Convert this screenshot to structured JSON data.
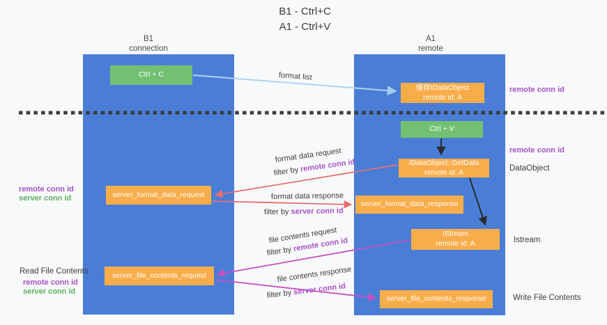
{
  "title": {
    "line1": "B1 - Ctrl+C",
    "line2": "A1 - Ctrl+V"
  },
  "columns": {
    "left": {
      "name": "B1",
      "subtitle": "connection"
    },
    "right": {
      "name": "A1",
      "subtitle": "remote"
    }
  },
  "nodes": {
    "ctrl_c": {
      "label": "Ctrl + C"
    },
    "ctrl_v": {
      "label": "Ctrl + V"
    },
    "save_dataobject": {
      "line1": "保存IDataObject",
      "line2": "remote id: A"
    },
    "getdata": {
      "line1": "IDataObject::GetData",
      "line2": "remote id: A"
    },
    "istream": {
      "line1": "IStream",
      "line2": "remote id: A"
    },
    "format_request": {
      "label": "server_format_data_request"
    },
    "format_response": {
      "label": "server_format_data_response"
    },
    "file_request": {
      "label": "server_file_contents_request"
    },
    "file_response": {
      "label": "server_file_contents_response"
    }
  },
  "flows": {
    "format_list": {
      "label": "format list"
    },
    "format_request": {
      "title": "format data request",
      "filter_prefix": "filter by",
      "filter_id": "remote conn id"
    },
    "format_response": {
      "title": "format data response",
      "filter_prefix": "filter by",
      "filter_id": "server conn id"
    },
    "file_request": {
      "title": "file contents request",
      "filter_prefix": "filter by",
      "filter_id": "remote conn id"
    },
    "file_response": {
      "title": "file contents response",
      "filter_prefix": "filter by",
      "filter_id": "server conn id"
    }
  },
  "side_labels": {
    "right_remote_conn_id_top": "remote conn id",
    "right_remote_conn_id_mid": "remote conn id",
    "right_dataobject": "DataObject",
    "right_istream": "Istream",
    "right_write_file_contents": "Write File Contents",
    "left_remote_conn_id_top": "remote conn id",
    "left_server_conn_id_top": "server conn id",
    "left_read_file_contents": "Read File Contents",
    "left_remote_conn_id_bottom": "remote conn id",
    "left_server_conn_id_bottom": "server conn id"
  },
  "colors": {
    "column_blue": "#4a7ed6",
    "node_green": "#72c172",
    "node_orange": "#f9ad4a",
    "remote_conn_purple": "#a653c9",
    "server_conn_green": "#5cb05c",
    "arrow_red": "#e77070",
    "arrow_magenta": "#c94fc2",
    "arrow_light_blue": "#aed4f0",
    "arrow_black": "#2b2b2b",
    "background": "#f8f9fa"
  }
}
